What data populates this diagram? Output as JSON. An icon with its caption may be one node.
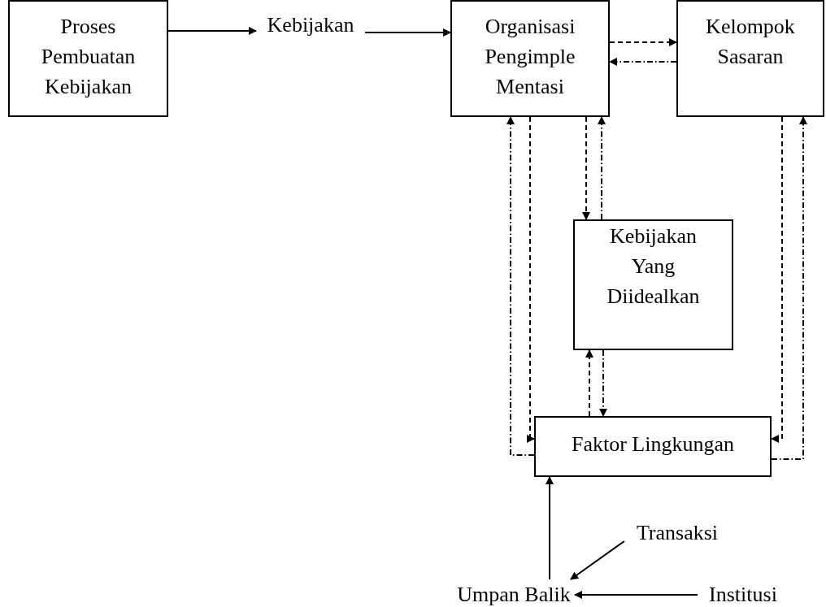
{
  "diagram": {
    "nodes": [
      {
        "text": [
          "Proses Pembuatan Kebijakan"
        ]
      },
      {
        "text": [
          "Kebijakan"
        ]
      },
      {
        "text": [
          "Organisasi Pengimple Mentasi"
        ]
      },
      {
        "text": [
          "Kelompok Sasaran"
        ]
      },
      {
        "text": [
          "Kebijakan Yang Diidealkan"
        ]
      },
      {
        "text": [
          "Faktor Lingkungan"
        ]
      },
      {
        "text": [
          "Transaksi"
        ]
      },
      {
        "text": [
          "Umpan Balik"
        ]
      },
      {
        "text": [
          "Institusi"
        ]
      }
    ],
    "edges": [
      {
        "from": 0,
        "to": 1,
        "arrow": "to"
      },
      {
        "from": 1,
        "to": 2,
        "arrow": "to"
      },
      {
        "from": 2,
        "to": 3,
        "arrow": "to",
        "style": "dashed"
      },
      {
        "from": 3,
        "to": 2,
        "arrow": "to",
        "style": "dashed"
      },
      {
        "from": 2,
        "to": 4,
        "arrow": "to",
        "style": "dashed"
      },
      {
        "from": 4,
        "to": 2,
        "arrow": "to",
        "style": "dashed"
      },
      {
        "from": 2,
        "to": 5,
        "arrow": "to",
        "style": "dashed"
      },
      {
        "from": 5,
        "to": 2,
        "arrow": "to",
        "style": "dashed"
      },
      {
        "from": 4,
        "to": 5,
        "arrow": "to",
        "style": "dashed"
      },
      {
        "from": 5,
        "to": 4,
        "arrow": "to",
        "style": "dashed"
      },
      {
        "from": 3,
        "to": 5,
        "arrow": "to",
        "style": "dashed"
      },
      {
        "from": 5,
        "to": 3,
        "arrow": "to",
        "style": "dashed"
      },
      {
        "from": 7,
        "to": 5,
        "arrow": "to"
      },
      {
        "from": 6,
        "to": 7,
        "arrow": "to"
      },
      {
        "from": 8,
        "to": 7,
        "arrow": "to"
      }
    ]
  }
}
